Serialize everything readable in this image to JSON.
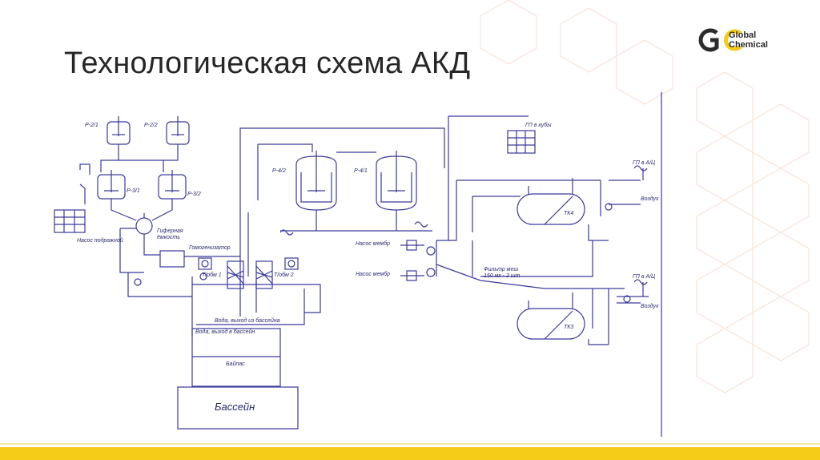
{
  "slide": {
    "title": "Технологическая схема АКД",
    "logo": {
      "line1": "Global",
      "line2": "Chemical",
      "accent_color": "#f5cc18",
      "mark_color": "#2b2b2b"
    },
    "bar_color": "#f5cc18",
    "line_color": "#3a3a9a"
  },
  "diagram": {
    "labels": {
      "p21": "Р-2/1",
      "p22": "Р-2/2",
      "p31": "Р-3/1",
      "p32": "Р-3/2",
      "p42": "Р-4/2",
      "p41": "Р-4/1",
      "gp_cubes": "ГП в кубы",
      "gp_au1": "ГП в А/Ц",
      "gp_au2": "ГП в А/Ц",
      "air1": "Воздух",
      "air2": "Воздух",
      "tk4": "ТК4",
      "tk3": "ТК3",
      "pump_feed": "Насос подражной",
      "gifer_1": "Гиферная",
      "gifer_2": "ёмкость",
      "homogenizer": "Гомогенизатор",
      "to1": "Т/обм 1",
      "to2": "Т/обм 2",
      "pump_memb1": "Насос мембр",
      "pump_memb2": "Насос мембр",
      "filter_1": "Фильтр меш",
      "filter_2": "150 мк - 2 шт",
      "water_out_pool": "Вода, выход из бассейна",
      "water_in_pool": "Вода, выход в бассейн",
      "bypass": "Байпас",
      "pool": "Бассейн"
    }
  }
}
